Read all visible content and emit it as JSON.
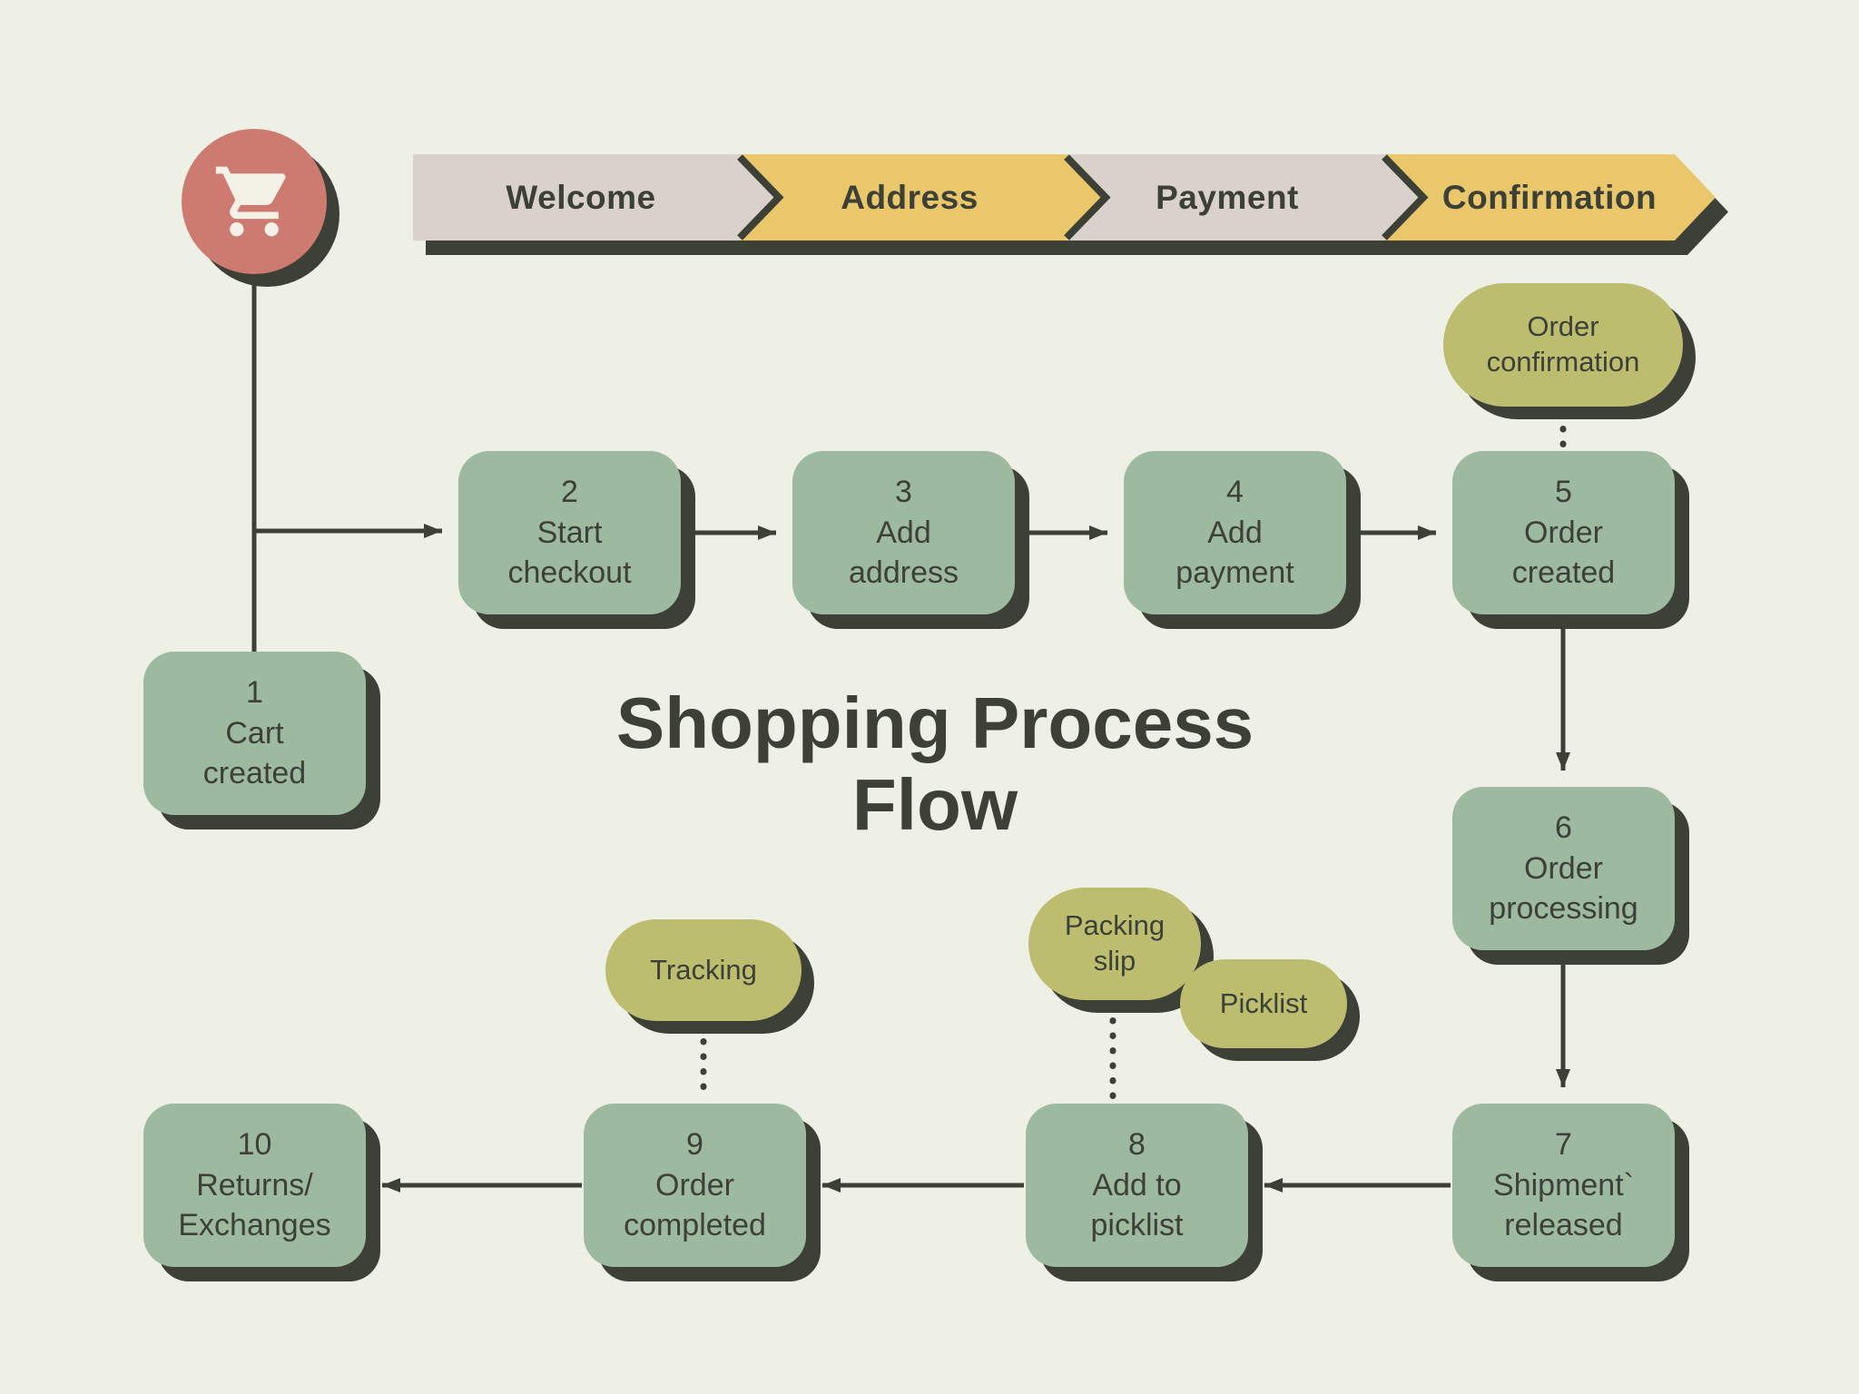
{
  "title": "Shopping Process\nFlow",
  "colors": {
    "background": "#eef0e5",
    "node_fill": "#9dbaa0",
    "pill_fill": "#bcbd6f",
    "banner_beige": "#d9d2ca",
    "banner_yellow": "#e9c76a",
    "shadow_dark": "#3d4037",
    "cart_red": "#cd7b70",
    "text": "#3d4037"
  },
  "cart": {
    "icon": "shopping-cart-icon"
  },
  "banner": {
    "steps": [
      {
        "label": "Welcome",
        "color": "#d9d2ca"
      },
      {
        "label": "Address",
        "color": "#e9c76a"
      },
      {
        "label": "Payment",
        "color": "#d9d2ca"
      },
      {
        "label": "Confirmation",
        "color": "#e9c76a"
      }
    ]
  },
  "nodes": [
    {
      "number": "1",
      "label": "Cart\ncreated"
    },
    {
      "number": "2",
      "label": "Start\ncheckout"
    },
    {
      "number": "3",
      "label": "Add\naddress"
    },
    {
      "number": "4",
      "label": "Add\npayment"
    },
    {
      "number": "5",
      "label": "Order\ncreated"
    },
    {
      "number": "6",
      "label": "Order\nprocessing"
    },
    {
      "number": "7",
      "label": "Shipment`\nreleased"
    },
    {
      "number": "8",
      "label": "Add to\npicklist"
    },
    {
      "number": "9",
      "label": "Order\ncompleted"
    },
    {
      "number": "10",
      "label": "Returns/\nExchanges"
    }
  ],
  "pills": [
    {
      "label": "Order\nconfirmation"
    },
    {
      "label": "Tracking"
    },
    {
      "label": "Packing\nslip"
    },
    {
      "label": "Picklist"
    }
  ],
  "edges": [
    {
      "from": "cart",
      "to": "1",
      "style": "solid"
    },
    {
      "from": "cart",
      "to": "2",
      "style": "solid-arrow"
    },
    {
      "from": "2",
      "to": "3",
      "style": "solid-arrow"
    },
    {
      "from": "3",
      "to": "4",
      "style": "solid-arrow"
    },
    {
      "from": "4",
      "to": "5",
      "style": "solid-arrow"
    },
    {
      "from": "5",
      "to": "6",
      "style": "solid-arrow"
    },
    {
      "from": "6",
      "to": "7",
      "style": "solid-arrow"
    },
    {
      "from": "7",
      "to": "8",
      "style": "solid-arrow"
    },
    {
      "from": "8",
      "to": "9",
      "style": "solid-arrow"
    },
    {
      "from": "9",
      "to": "10",
      "style": "solid-arrow"
    },
    {
      "from": "Order confirmation",
      "to": "5",
      "style": "dotted"
    },
    {
      "from": "Tracking",
      "to": "9",
      "style": "dotted"
    },
    {
      "from": "Packing slip",
      "to": "8",
      "style": "dotted"
    }
  ]
}
